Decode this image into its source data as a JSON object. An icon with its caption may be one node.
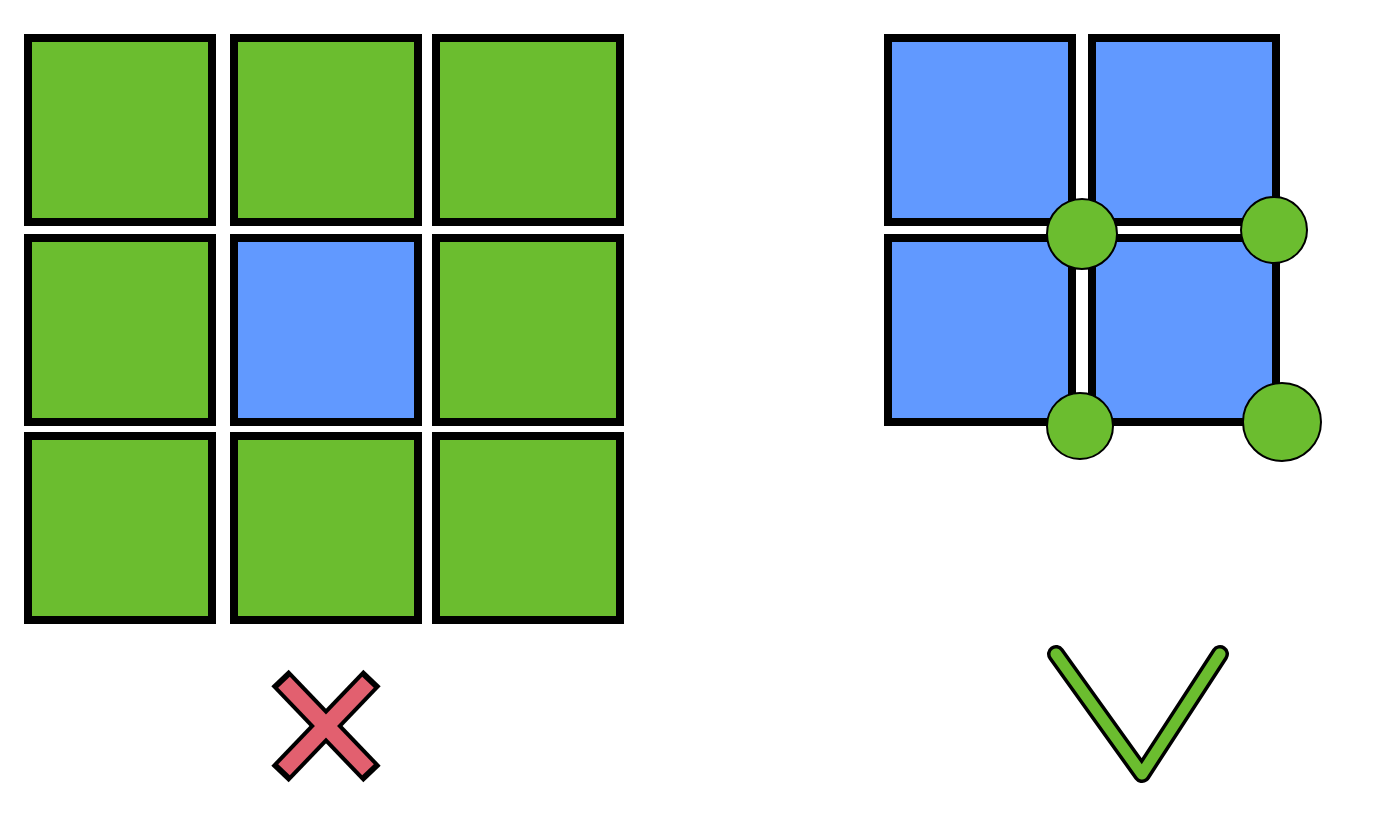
{
  "diagram": {
    "nodes": [
      {
        "text": [],
        "shape": "box"
      },
      {
        "text": [],
        "shape": "box"
      },
      {
        "text": [],
        "shape": "box"
      },
      {
        "text": [],
        "shape": "box"
      },
      {
        "text": [],
        "shape": "box"
      },
      {
        "text": [],
        "shape": "box"
      },
      {
        "text": [],
        "shape": "box"
      },
      {
        "text": [],
        "shape": "box"
      },
      {
        "text": [],
        "shape": "box"
      },
      {
        "text": [],
        "shape": "box"
      },
      {
        "text": [],
        "shape": "box"
      },
      {
        "text": [],
        "shape": "box"
      },
      {
        "text": [],
        "shape": "box"
      },
      {
        "text": [],
        "shape": "circle"
      },
      {
        "text": [],
        "shape": "circle"
      },
      {
        "text": [],
        "shape": "circle"
      },
      {
        "text": [],
        "shape": "circle"
      }
    ]
  }
}
